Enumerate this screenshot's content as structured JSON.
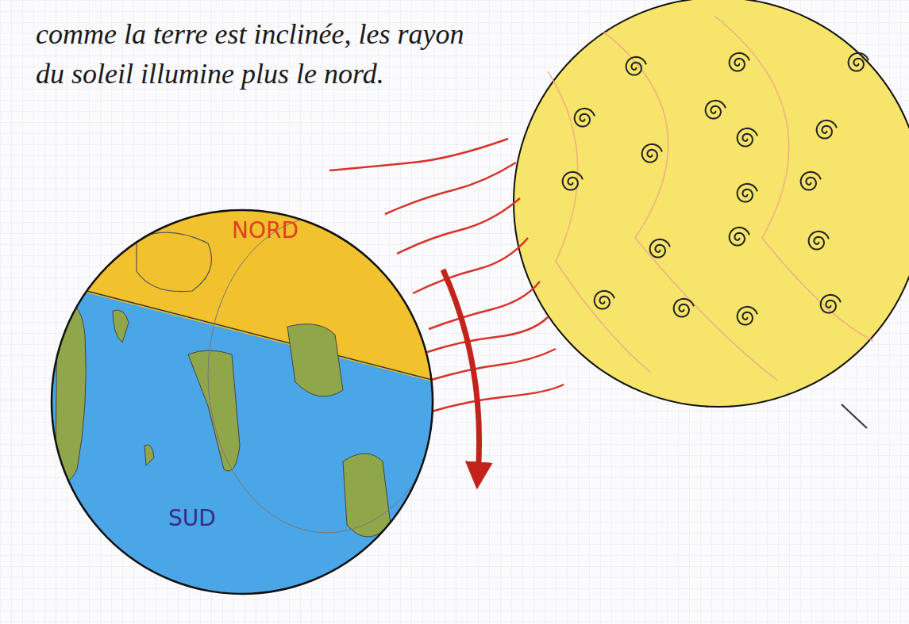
{
  "diagram": {
    "nodes": [
      {
        "text": [
          "NORD",
          "SUD"
        ]
      }
    ],
    "labels": [
      "comme la terre est inclinée, les rayon du soleil illumine plus le nord."
    ]
  }
}
